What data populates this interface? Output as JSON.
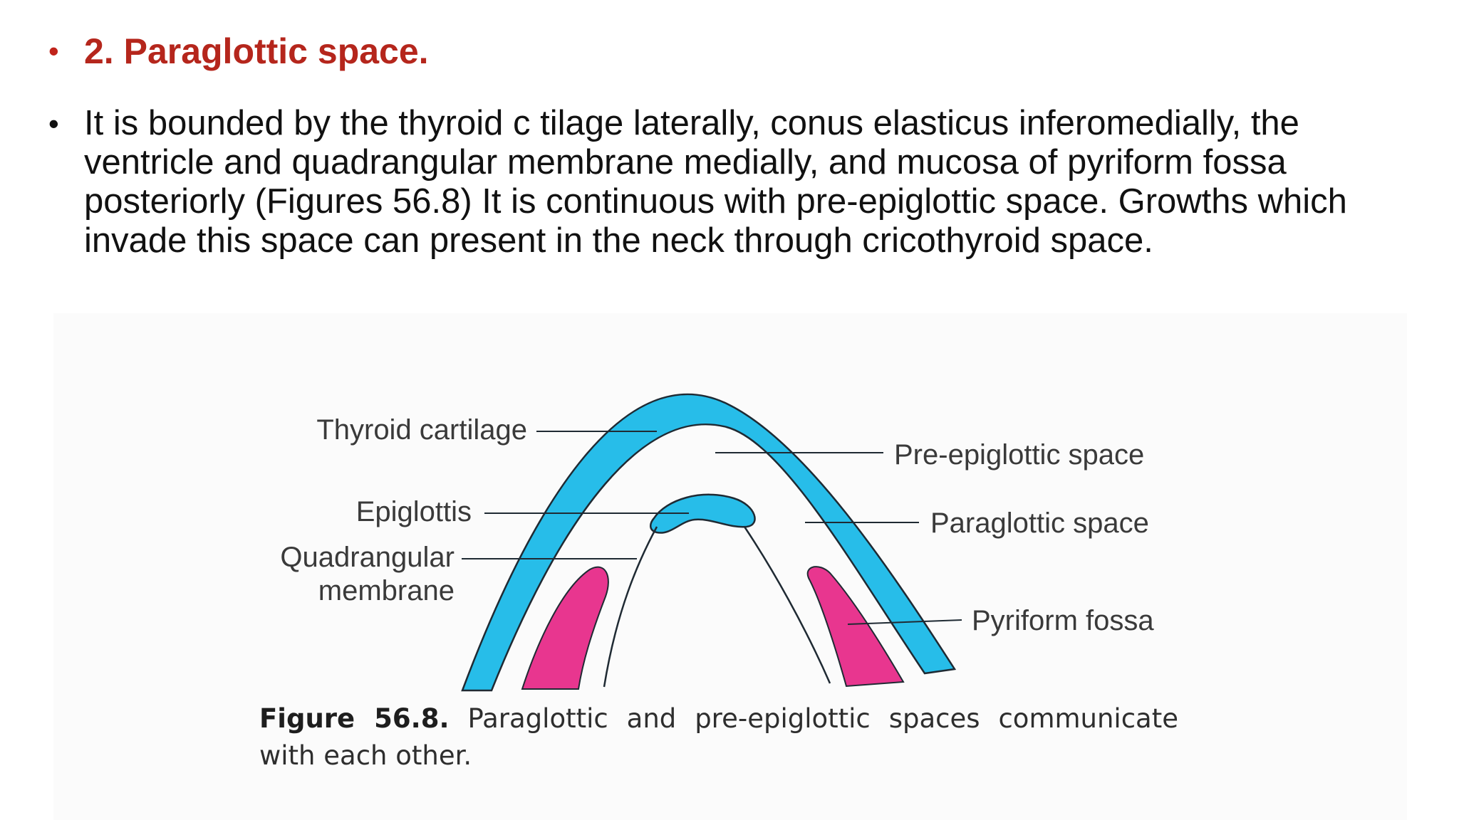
{
  "heading": {
    "text": "2. Paraglottic space."
  },
  "body": {
    "text": "It is bounded by the thyroid c tilage laterally, conus elasticus inferomedially, the ventricle and quadrangular membrane medially, and mucosa of pyriform fossa posteriorly (Figures 56.8) It is continuous with pre-epiglottic space. Growths which invade this space can present in the neck through cricothyroid space."
  },
  "figure": {
    "labels": {
      "thyroid_cartilage": "Thyroid cartilage",
      "epiglottis": "Epiglottis",
      "quadrangular_line1": "Quadrangular",
      "quadrangular_line2": "membrane",
      "pre_epiglottic_space": "Pre-epiglottic space",
      "paraglottic_space": "Paraglottic space",
      "pyriform_fossa": "Pyriform fossa"
    },
    "caption": {
      "label": "Figure 56.8.",
      "text": "Paraglottic and pre-epiglottic spaces communicate with each other."
    },
    "colors": {
      "cartilage": "#27bde9",
      "fossa": "#e8368f",
      "outline": "#1f2a33"
    }
  }
}
